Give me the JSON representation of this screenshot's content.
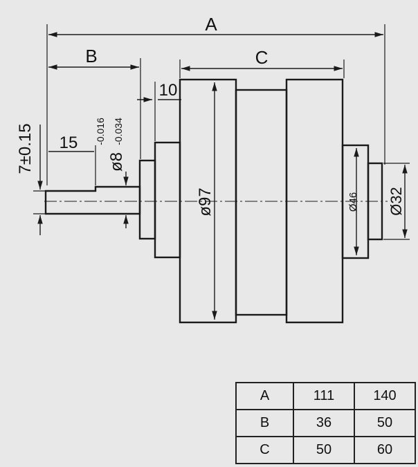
{
  "colors": {
    "background": "#e8e8e8",
    "line": "#1a1a1a"
  },
  "labels": {
    "overall_length": "A",
    "left_section": "B",
    "center_section": "C",
    "shaft_flat_length": "15",
    "step_width": "10",
    "flat_depth": "7±0.15",
    "shaft_diameter": "ø8",
    "shaft_tol_upper": "-0.016",
    "shaft_tol_lower": "-0.034",
    "roller_diameter": "ø97",
    "hub_diameter": "Ø46",
    "right_shaft_diameter": "Ø32"
  },
  "table": {
    "rows": [
      {
        "key": "A",
        "v1": "111",
        "v2": "140"
      },
      {
        "key": "B",
        "v1": "36",
        "v2": "50"
      },
      {
        "key": "C",
        "v1": "50",
        "v2": "60"
      }
    ]
  }
}
